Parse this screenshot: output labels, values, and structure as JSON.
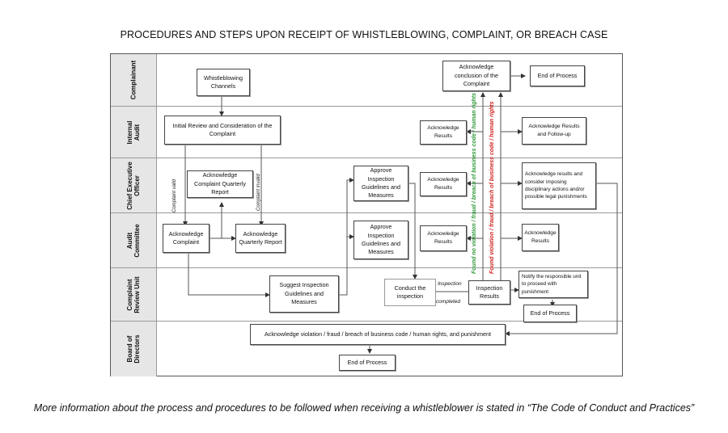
{
  "title": "PROCEDURES AND STEPS UPON RECEIPT OF WHISTLEBLOWING, COMPLAINT, OR BREACH CASE",
  "footnote": "More information about the process and procedures to be followed when receiving a whistleblower is stated in “The Code of Conduct and Practices”",
  "lanes": [
    "Complainant",
    "Internal Audit",
    "Chief Executive Officer",
    "Audit Committee",
    "Complaint Review Unit",
    "Board of Directors"
  ],
  "boxes": {
    "whistleblowing_channels": "Whistleblowing Channels",
    "initial_review": "Initial Review and Consideration of the Complaint",
    "ceo_ack_complaint": "Acknowledge Complaint Quarterly Report",
    "ac_ack_complaint": "Acknowledge Complaint",
    "ac_ack_quarterly": "Acknowledge Quarterly Report",
    "ceo_approve": "Approve Inspection Guidelines and Measures",
    "ac_approve": "Approve Inspection Guidelines and Measures",
    "suggest_inspection": "Suggest Inspection Guidelines and Measures",
    "conduct_inspection": "Conduct the inspection",
    "inspection_results": "Inspection Results",
    "ia_ack_results_left": "Acknowledge Results",
    "ceo_ack_results_left": "Acknowledge Results",
    "ac_ack_results_left": "Acknowledge Results",
    "ack_conclusion": "Acknowledge conclusion of the Complaint",
    "end_complainant": "End of Process",
    "ia_ack_followup": "Acknowledge Results and Follow-up",
    "ceo_ack_discipline": "Acknowledge results and consider imposing disciplinary actions and/or possible legal punishments",
    "ac_ack_results_right": "Acknowledge Results",
    "notify_unit": "Notify the responsible unit to proceed with punishment",
    "end_review_unit": "End of Process",
    "bod_ack_violation": "Acknowledge violation / fraud / breach of business code / human rights, and punishment",
    "end_bod": "End of Process"
  },
  "labels": {
    "complaint_valid": "Complaint valid",
    "complaint_invalid": "Complaint invalid",
    "inspection": "Inspection",
    "completed": "completed",
    "found_no_violation": "Found no violation / fraud / breach of business code / human rights",
    "found_violation": "Found violation / fraud / breach of business code / human rights"
  },
  "colors": {
    "green_label": "#2f9a3a",
    "red_label": "#d0241f",
    "lane_band": "#e6e6e6"
  }
}
